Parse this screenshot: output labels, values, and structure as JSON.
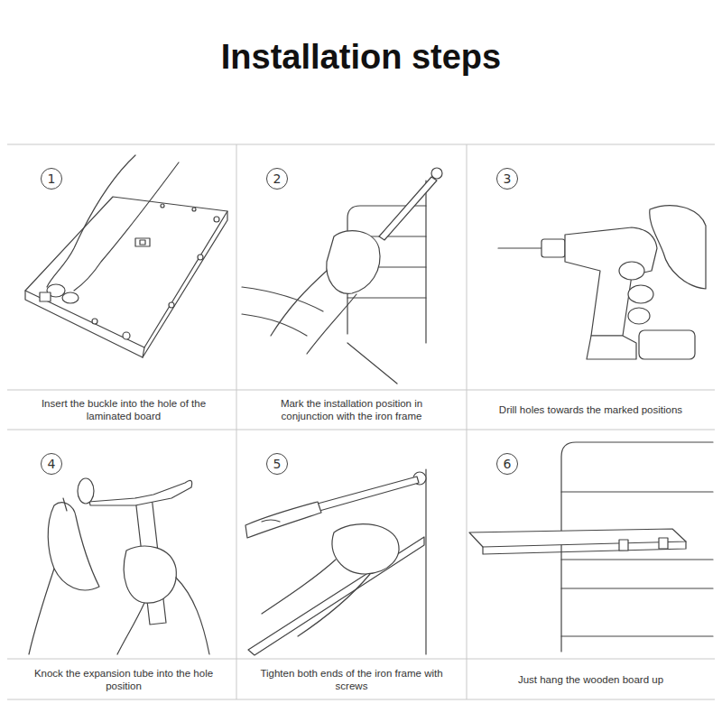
{
  "diagram": {
    "title": "Installation steps",
    "nodes": [
      {
        "text": [
          "1",
          "Insert the buckle into the hole of the laminated board"
        ]
      },
      {
        "text": [
          "2",
          "Mark the installation position in conjunction with the iron frame"
        ]
      },
      {
        "text": [
          "3",
          "Drill holes towards the marked positions"
        ]
      },
      {
        "text": [
          "4",
          "Knock the expansion tube into the hole position"
        ]
      },
      {
        "text": [
          "5",
          "Tighten both ends of the iron frame with screws"
        ]
      },
      {
        "text": [
          "6",
          "Just hang the wooden board up"
        ]
      }
    ]
  }
}
